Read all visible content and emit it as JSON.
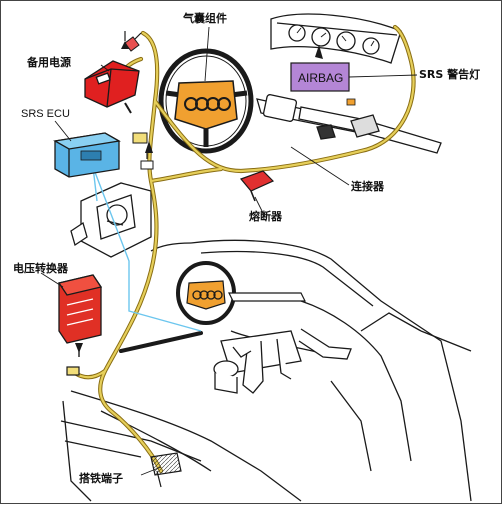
{
  "labels": {
    "airbag_module": "气囊组件",
    "backup_power": "备用电源",
    "srs_ecu": "SRS ECU",
    "srs_warning_lamp": "SRS 警告灯",
    "airbag_box": "AIRBAG",
    "connector": "连接器",
    "fuse": "熔断器",
    "voltage_converter": "电压转换器",
    "ground_terminal": "搭铁端子"
  },
  "colors": {
    "harness": "#c9a62a",
    "harness_highlight": "#f2de7a",
    "backup_power": "#e02020",
    "srs_ecu": "#5ab4e6",
    "airbag_pad": "#f0a030",
    "airbag_label_box": "#b486d6",
    "fuse": "#e03030",
    "voltage_converter": "#e03025",
    "signal_line": "#6cc6ee",
    "outline": "#1a1a1a"
  }
}
